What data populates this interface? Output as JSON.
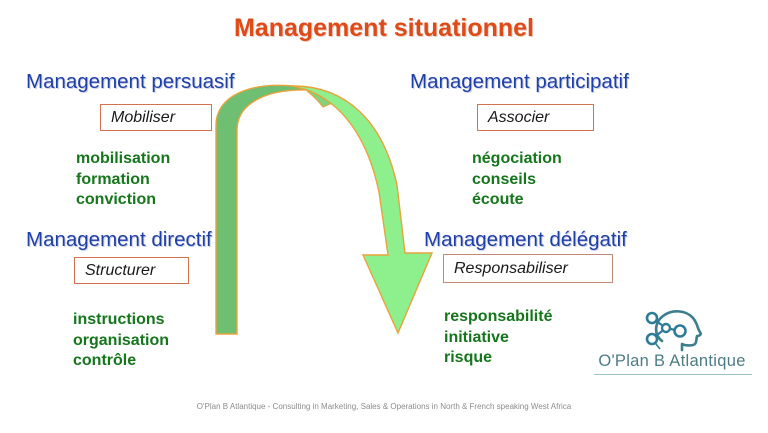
{
  "slide": {
    "title": "Management situationnel",
    "title_color": "#E04A16",
    "background": "#ffffff"
  },
  "quadrants": {
    "top_left": {
      "heading": "Management persuasif",
      "heading_color": "#1F3FA8",
      "verb": "Mobiliser",
      "verb_box_border": "#D4714E",
      "keywords": "mobilisation\nformation\nconviction",
      "keywords_color": "#15761C"
    },
    "top_right": {
      "heading": "Management participatif",
      "heading_color": "#1F3FA8",
      "verb": "Associer",
      "verb_box_border": "#D4714E",
      "keywords": "négociation\nconseils\nécoute",
      "keywords_color": "#15761C"
    },
    "bottom_left": {
      "heading": "Management directif",
      "heading_color": "#1F3FA8",
      "verb": "Structurer",
      "verb_box_border": "#D4714E",
      "keywords": "instructions\norganisation\ncontrôle",
      "keywords_color": "#15761C"
    },
    "bottom_right": {
      "heading": "Management délégatif",
      "heading_color": "#1F3FA8",
      "verb": "Responsabiliser",
      "verb_box_border": "#C08A78",
      "keywords": "responsabilité\ninitiative\nrisque",
      "keywords_color": "#15761C"
    }
  },
  "arrow": {
    "name": "curved-down-arrow",
    "back_face_color": "#6FBF73",
    "front_face_color": "#8DF08D",
    "outline_color": "#E8A33D",
    "direction": "arcs up from lower-left, over the top, then down to the right ending in a downward arrowhead"
  },
  "logo": {
    "text": "O'Plan B Atlantique",
    "mark": "head-profile-network-icon",
    "color": "#4D7C86"
  },
  "footer": {
    "text": "O'Plan B Atlantique - Consulting in Marketing, Sales & Operations in North & French speaking West Africa"
  }
}
